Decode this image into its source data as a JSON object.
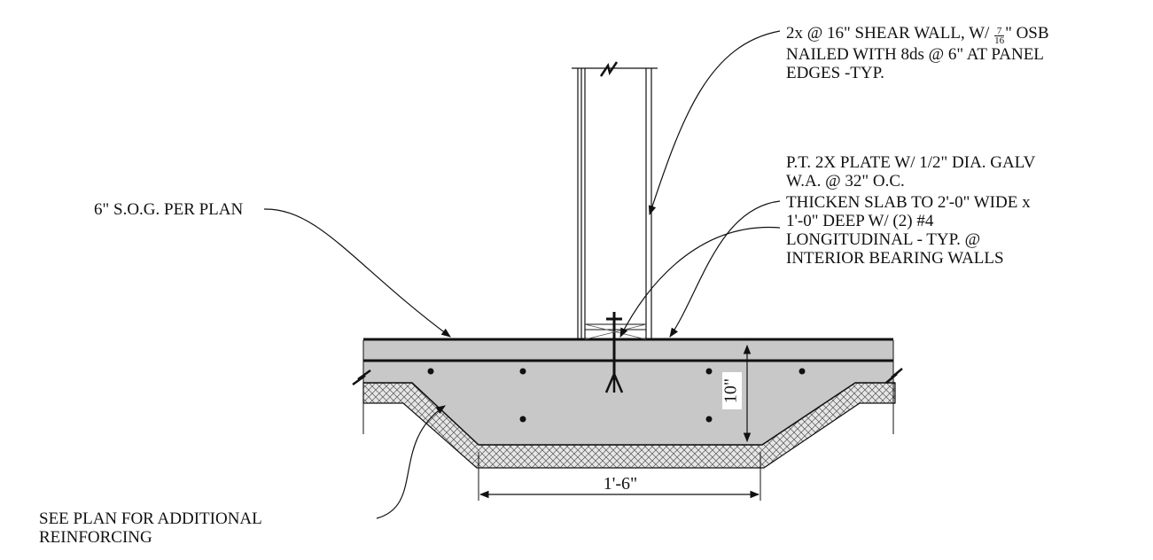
{
  "notes": {
    "shear_wall": {
      "line1_pre": "2x @ 16\"  SHEAR WALL, W/ ",
      "frac_num": "7",
      "frac_den": "16",
      "line1_post": "\" OSB",
      "line2": "NAILED WITH 8ds @ 6\" AT PANEL",
      "line3": "EDGES -TYP."
    },
    "plate": {
      "line1": "P.T. 2X PLATE W/ 1/2\" DIA. GALV",
      "line2": "W.A. @ 32\" O.C."
    },
    "thicken": {
      "line1": "THICKEN SLAB TO 2'-0\" WIDE x",
      "line2": "1'-0\" DEEP W/ (2) #4",
      "line3": "LONGITUDINAL - TYP. @",
      "line4": "INTERIOR BEARING WALLS"
    },
    "sog": {
      "line1": "6\" S.O.G. PER PLAN"
    },
    "see_plan": {
      "line1": "SEE PLAN FOR ADDITIONAL",
      "line2": "REINFORCING"
    }
  },
  "dimensions": {
    "depth": "10\"",
    "width": "1'-6\""
  },
  "colors": {
    "concrete": "#c8c8c8",
    "line": "#111111",
    "insulation_bg": "#e6e6e6"
  }
}
